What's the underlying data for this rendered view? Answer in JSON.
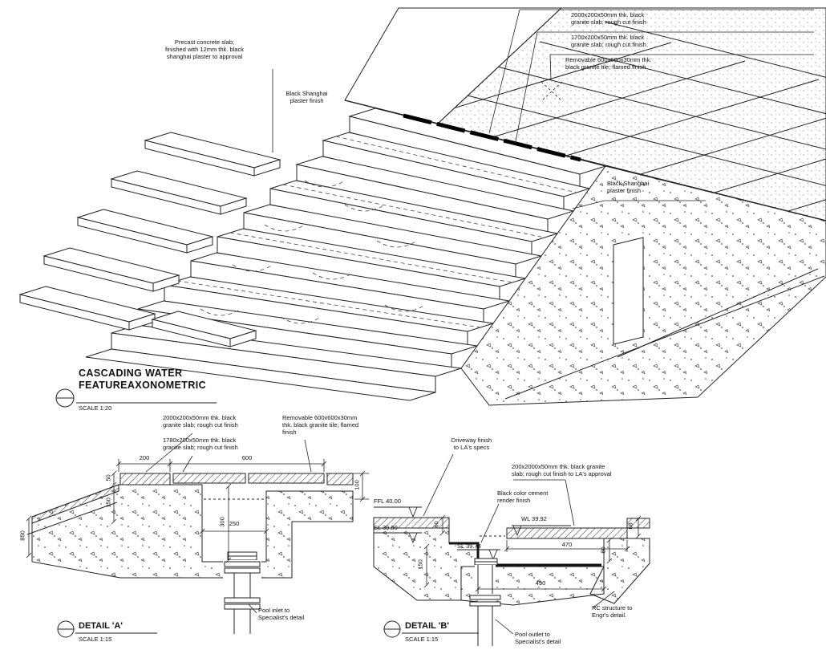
{
  "colors": {
    "ink": "#1a1a1a",
    "bg": "#ffffff"
  },
  "axon": {
    "title_l1": "CASCADING WATER",
    "title_l2": "FEATUREAXONOMETRIC",
    "scale": "SCALE 1:20",
    "ann_precast_l1": "Precast concrete slab;",
    "ann_precast_l2": "finished with 12mm thk. black",
    "ann_precast_l3": "shanghai plaster to approval",
    "ann_plaster_top_l1": "Black Shanghai",
    "ann_plaster_top_l2": "plaster finish",
    "ann_g2000_l1": "2000x200x50mm thk. black",
    "ann_g2000_l2": "granite slab; rough cut finish",
    "ann_g1700_l1": "1700x200x50mm thk. black",
    "ann_g1700_l2": "granite slab; rough cut finish",
    "ann_removable_l1": "Removable 600x600x30mm thk.",
    "ann_removable_l2": "black granite tile; flamed finish",
    "ann_plaster_right_l1": "Black Shanghai",
    "ann_plaster_right_l2": "plaster finish"
  },
  "detail_a": {
    "title": "DETAIL 'A'",
    "scale": "SCALE 1:15",
    "ann_g2000_l1": "2000x200x50mm thk. black",
    "ann_g2000_l2": "granite slab; rough cut finish",
    "ann_g1780_l1": "1780x200x50mm thk. black",
    "ann_g1780_l2": "granite slab; rough cut finish",
    "ann_removable_l1": "Removable 600x600x30mm",
    "ann_removable_l2": "thk. black granite tile; flamed",
    "ann_removable_l3": "finish",
    "ann_pool_inlet_l1": "Pool inlet to",
    "ann_pool_inlet_l2": "Specialist's detail",
    "d200": "200",
    "d600": "600",
    "d100": "100",
    "d300": "300",
    "d250": "250",
    "d50": "50",
    "d150": "150",
    "d850": "850"
  },
  "detail_b": {
    "title": "DETAIL 'B'",
    "scale": "SCALE 1:15",
    "ann_driveway_l1": "Driveway finish",
    "ann_driveway_l2": "to LA's specs",
    "ann_granite_l1": "200x2000x50mm thk. black granite",
    "ann_granite_l2": "slab; rough cut finish to LA's approval",
    "ann_render_l1": "Black color cement",
    "ann_render_l2": "render finish",
    "ann_rc_l1": "RC structure to",
    "ann_rc_l2": "Engr's detail.",
    "ann_pool_outlet_l1": "Pool outlet to",
    "ann_pool_outlet_l2": "Specialist's detail",
    "lvl_ffl": "FFL 40.00",
    "lvl_sl_upper": "SL 39.90",
    "lvl_wl": "WL 39.92",
    "lvl_sl_lower": "SL 39.74",
    "d470": "470",
    "d490": "490",
    "d150": "150",
    "d80": "80",
    "d68": "68",
    "d60": "60"
  }
}
